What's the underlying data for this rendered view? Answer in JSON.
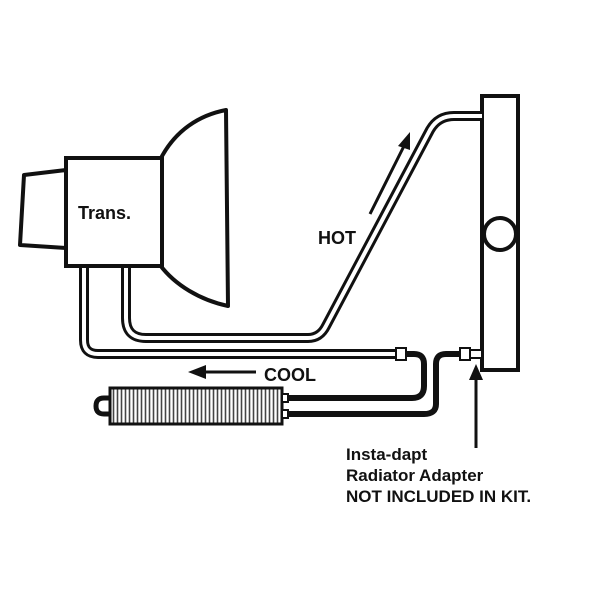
{
  "labels": {
    "transmission": "Trans.",
    "hot": "HOT",
    "cool": "COOL",
    "adapter_line1": "Insta-dapt",
    "adapter_line2": "Radiator Adapter",
    "adapter_line3": "NOT INCLUDED IN KIT."
  },
  "colors": {
    "line": "#111111",
    "fill": "#ffffff",
    "cooler_fins": "#555555",
    "dark_hose": "#111111"
  }
}
